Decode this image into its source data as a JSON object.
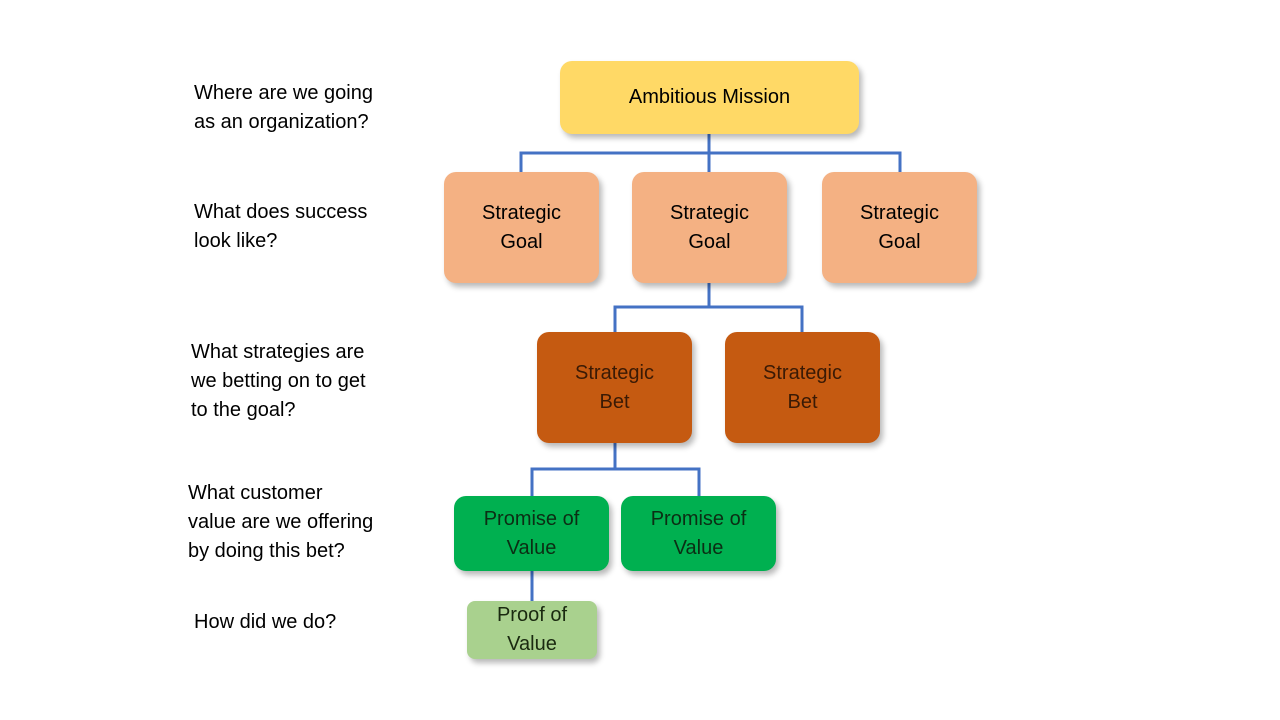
{
  "questions": {
    "mission": [
      "Where are we going",
      "as an organization?"
    ],
    "success": [
      "What does success",
      "look like?"
    ],
    "strategies": [
      "What strategies are",
      "we betting on to get",
      "to the goal?"
    ],
    "customer": [
      "What customer",
      "value are we offering",
      "by doing this bet?"
    ],
    "outcome": [
      "How did we do?"
    ]
  },
  "nodes": {
    "mission": [
      "Ambitious Mission"
    ],
    "goal_1": [
      "Strategic",
      "Goal"
    ],
    "goal_2": [
      "Strategic",
      "Goal"
    ],
    "goal_3": [
      "Strategic",
      "Goal"
    ],
    "bet_1": [
      "Strategic",
      "Bet"
    ],
    "bet_2": [
      "Strategic",
      "Bet"
    ],
    "promise_1": [
      "Promise of",
      "Value"
    ],
    "promise_2": [
      "Promise of",
      "Value"
    ],
    "proof_1": [
      "Proof of",
      "Value"
    ]
  },
  "colors": {
    "connector": "#4472C4",
    "mission": "#FFD966",
    "goal": "#F4B183",
    "bet": "#C55A11",
    "promise": "#00B050",
    "proof": "#A9D18E"
  }
}
